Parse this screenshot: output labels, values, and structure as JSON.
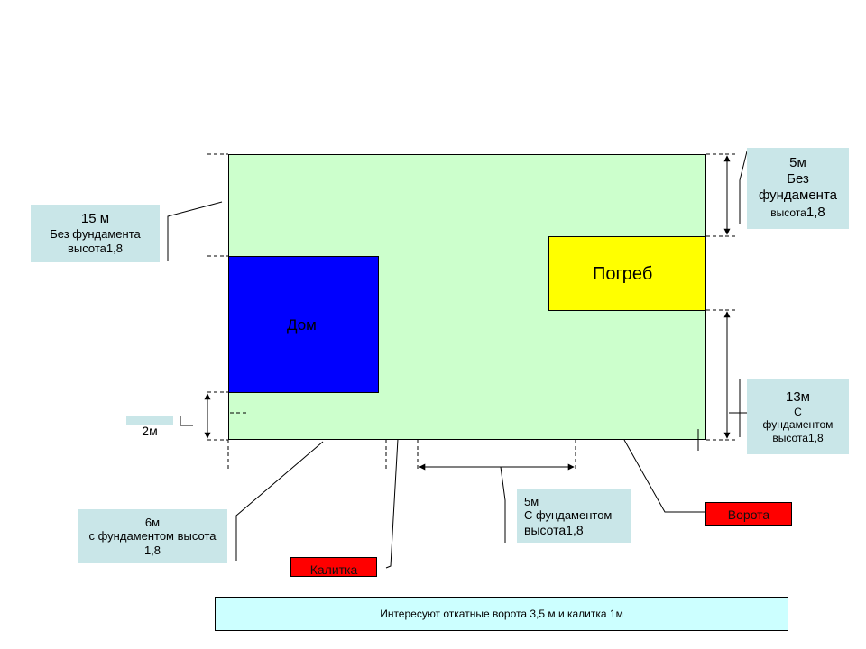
{
  "plot": {
    "fill": "#ccffcc"
  },
  "house": {
    "label": "Дом",
    "fill": "#0000ff"
  },
  "cellar": {
    "label": "Погреб",
    "fill": "#ffff00"
  },
  "labels": {
    "left_top": {
      "size": "15 м",
      "line1": "Без фундамента",
      "line2": "высота1,8"
    },
    "right_top": {
      "size": "5м",
      "line1": "Без",
      "line2": "фундамента",
      "line3": "высота",
      "line3b": "1,8"
    },
    "right_bottom": {
      "size": "13м",
      "line1": "С",
      "line2": "фундаментом",
      "line3": "высота1,8"
    },
    "left_gap": {
      "size": "2м"
    },
    "bottom_left": {
      "size": "6м",
      "line1": "с фундаментом высота",
      "line2": "1,8"
    },
    "bottom_mid": {
      "size": "5м",
      "line1": "С фундаментом",
      "line2": "высота1,8"
    }
  },
  "gate": {
    "label": "Ворота",
    "fill": "#ff0000"
  },
  "wicket": {
    "label": "Калитка",
    "fill": "#ff0000"
  },
  "note": {
    "text": "Интересуют откатные ворота 3,5 м и калитка 1м"
  }
}
